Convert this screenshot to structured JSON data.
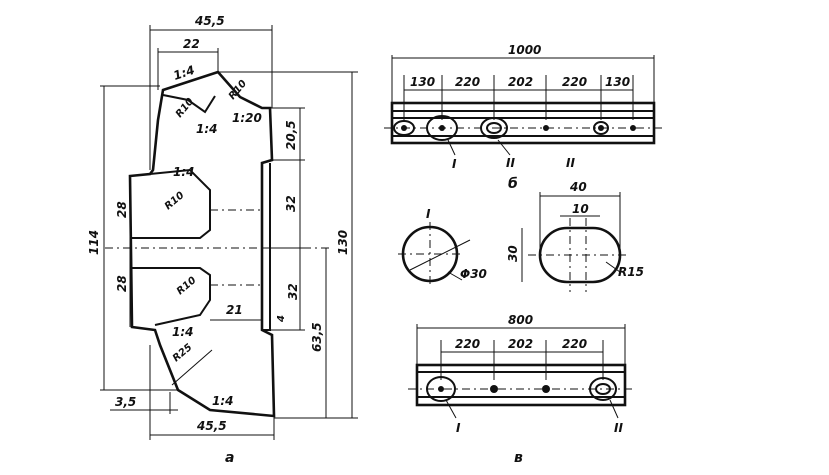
{
  "profile": {
    "top_width": "45,5",
    "head_width": "22",
    "slope_head": "1:4",
    "slope_neck": "1:4",
    "slope_neck_b": "1:20",
    "r_head_top": "R10",
    "r_head_side": "R10",
    "web_slope_top": "1:4",
    "r_web_top": "R10",
    "dim_28_top": "28",
    "dim_28_bottom": "28",
    "r_web_bottom": "R10",
    "dim_21": "21",
    "web_slope_bottom": "1:4",
    "r_foot": "R25",
    "foot_slope": "1:4",
    "dim_3_5": "3,5",
    "bottom_width": "45,5",
    "dim_114": "114",
    "dim_130": "130",
    "dim_20_5": "20,5",
    "dim_32_top": "32",
    "dim_32_bottom": "32",
    "dim_4": "4",
    "dim_63_5": "63,5",
    "caption": "a"
  },
  "plate_b": {
    "length": "1000",
    "spacings": [
      "130",
      "220",
      "202",
      "220",
      "130"
    ],
    "mark_I": "I",
    "mark_II": "II",
    "mark_II_right": "II",
    "caption": "б"
  },
  "detail_I": {
    "title": "I",
    "diameter": "Φ30"
  },
  "detail_II": {
    "width": "40",
    "inner": "10",
    "height": "30",
    "radius": "R15"
  },
  "plate_v": {
    "length": "800",
    "spacings": [
      "220",
      "202",
      "220"
    ],
    "mark_I": "I",
    "mark_II": "II",
    "caption": "в"
  }
}
